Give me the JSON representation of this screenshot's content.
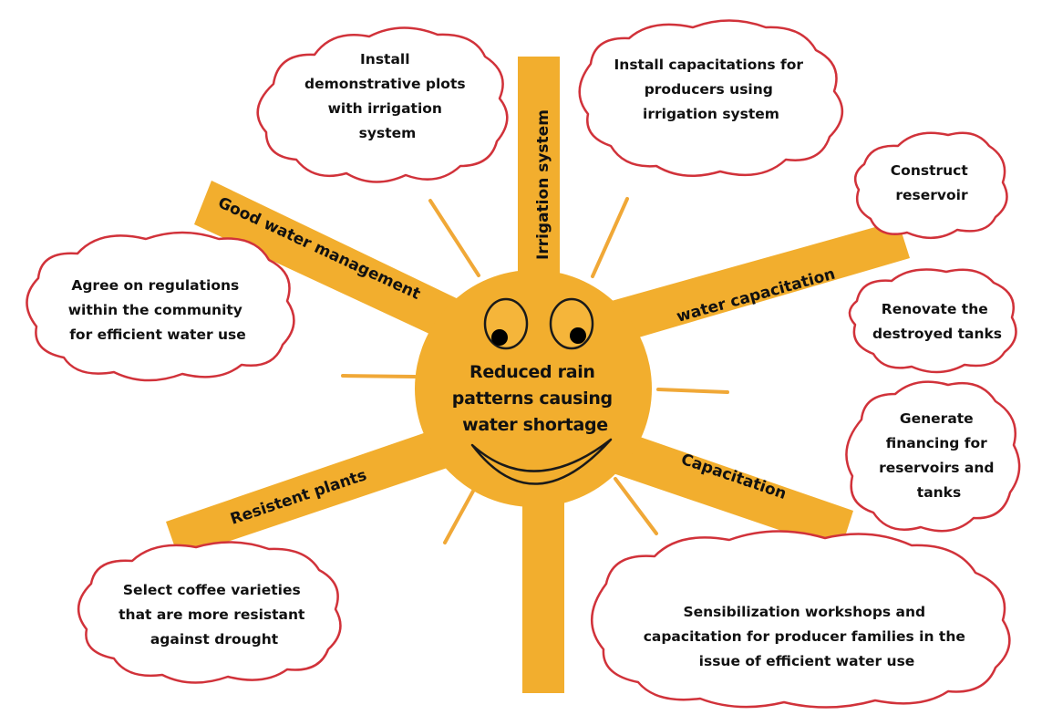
{
  "colors": {
    "sun": "#F2AE2E",
    "beam": "#F2AE2E",
    "ray": "#F0A837",
    "cloud_stroke": "#D1323A",
    "cloud_fill": "#FFFFFF",
    "text": "#111111"
  },
  "center": {
    "lines": [
      "Reduced rain",
      "patterns causing",
      "water shortage"
    ]
  },
  "beams": {
    "irrigation": "Irrigation system",
    "water_capacitation": "water capacitation",
    "capacitation": "Capacitation",
    "resistent": "Resistent plants",
    "good_water": "Good water management"
  },
  "clouds": {
    "demo_plots": [
      "Install",
      "demonstrative plots",
      "with irrigation",
      "system"
    ],
    "install_capacitations": [
      "Install capacitations for",
      "producers using",
      "irrigation system"
    ],
    "construct_reservoir": [
      "Construct",
      "reservoir"
    ],
    "agree_regulations": [
      "Agree on regulations",
      "within the community",
      "for efficient water use"
    ],
    "renovate_tanks": [
      "Renovate the",
      "destroyed tanks"
    ],
    "generate_financing": [
      "Generate",
      "financing for",
      "reservoirs and",
      "tanks"
    ],
    "select_coffee": [
      "Select coffee varieties",
      "that are more resistant",
      "against drought"
    ],
    "sensibilization": [
      "Sensibilization workshops and",
      "capacitation for producer families in the",
      "issue of efficient water use"
    ]
  }
}
